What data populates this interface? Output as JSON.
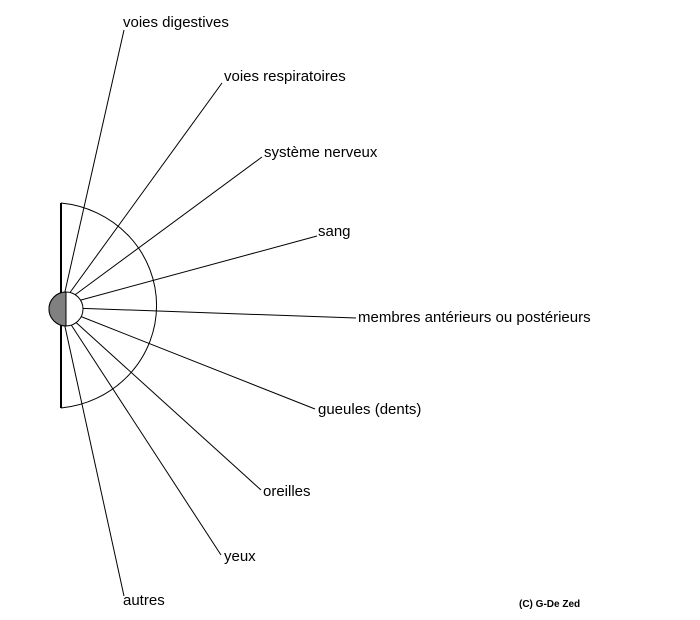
{
  "labels": {
    "voies_digestives": "voies digestives",
    "voies_respiratoires": "voies respiratoires",
    "systeme_nerveux": "système nerveux",
    "sang": "sang",
    "membres": "membres antérieurs ou postérieurs",
    "gueules": "gueules (dents)",
    "oreilles": "oreilles",
    "yeux": "yeux",
    "autres": "autres"
  },
  "copyright": "(C) G-De Zed",
  "colors": {
    "line": "#000000",
    "shaded_half": "#808080",
    "background": "#ffffff"
  }
}
